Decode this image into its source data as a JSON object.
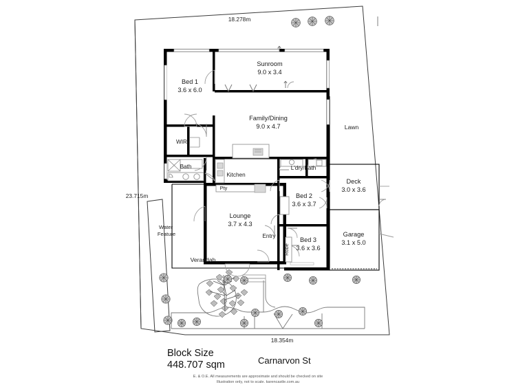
{
  "document": {
    "type": "real-estate-floor-plan",
    "block_size_label": "Block Size",
    "block_size_value": "448.707 sqm",
    "street_name": "Carnarvon St",
    "disclaimer_line1": "E. & O.E. All measurements are approximate and should be checked on site",
    "disclaimer_line2": "Illustration only, not to scale.    karencastle.com.au"
  },
  "dimensions": {
    "top": "18.278m",
    "left": "23.715m",
    "bottom": "18.354m"
  },
  "rooms": [
    {
      "id": "bed1",
      "name": "Bed 1",
      "dims": "3.6 x 6.0"
    },
    {
      "id": "sunroom",
      "name": "Sunroom",
      "dims": "9.0 x 3.4"
    },
    {
      "id": "family",
      "name": "Family/Dining",
      "dims": "9.0 x 4.7"
    },
    {
      "id": "wir",
      "name": "WIR",
      "dims": ""
    },
    {
      "id": "bath",
      "name": "Bath",
      "dims": ""
    },
    {
      "id": "kitchen",
      "name": "Kitchen",
      "dims": ""
    },
    {
      "id": "pty",
      "name": "Pty",
      "dims": ""
    },
    {
      "id": "lounge",
      "name": "Lounge",
      "dims": "3.7 x 4.3"
    },
    {
      "id": "entry",
      "name": "Entry",
      "dims": ""
    },
    {
      "id": "robe",
      "name": "Robe",
      "dims": ""
    },
    {
      "id": "ldrybath",
      "name": "L'dry/Bath",
      "dims": ""
    },
    {
      "id": "bed2",
      "name": "Bed 2",
      "dims": "3.6 x 3.7"
    },
    {
      "id": "bed3",
      "name": "Bed 3",
      "dims": "3.6 x 3.6"
    },
    {
      "id": "deck",
      "name": "Deck",
      "dims": "3.0 x 3.6"
    },
    {
      "id": "garage",
      "name": "Garage",
      "dims": "3.1 x 5.0"
    },
    {
      "id": "lawn",
      "name": "Lawn",
      "dims": ""
    },
    {
      "id": "verandah",
      "name": "Verandah",
      "dims": ""
    },
    {
      "id": "waterfeature",
      "name": "Water\nFeature",
      "dims": ""
    }
  ],
  "exterior": {
    "lawn_label": "Lawn",
    "verandah_label": "Verandah",
    "water_feature_line1": "Water",
    "water_feature_line2": "Feature"
  },
  "labels": {
    "bed1_name": "Bed 1",
    "bed1_dims": "3.6 x 6.0",
    "sunroom_name": "Sunroom",
    "sunroom_dims": "9.0 x 3.4",
    "family_name": "Family/Dining",
    "family_dims": "9.0 x 4.7",
    "wir_name": "WIR",
    "bath_name": "Bath",
    "kitchen_name": "Kitchen",
    "pty_name": "Pty",
    "lounge_name": "Lounge",
    "lounge_dims": "3.7 x 4.3",
    "entry_name": "Entry",
    "robe_name": "Robe",
    "ldry_name": "L'dry/Bath",
    "bed2_name": "Bed 2",
    "bed2_dims": "3.6 x 3.7",
    "bed3_name": "Bed 3",
    "bed3_dims": "3.6 x 3.6",
    "deck_name": "Deck",
    "deck_dims": "3.0 x 3.6",
    "garage_name": "Garage",
    "garage_dims": "3.1 x 5.0"
  },
  "colors": {
    "wall": "#000000",
    "boundary": "#3a3a3a",
    "fixture": "#9a9a9a",
    "garden": "#777777",
    "text": "#1a1a1a",
    "background": "#ffffff"
  }
}
